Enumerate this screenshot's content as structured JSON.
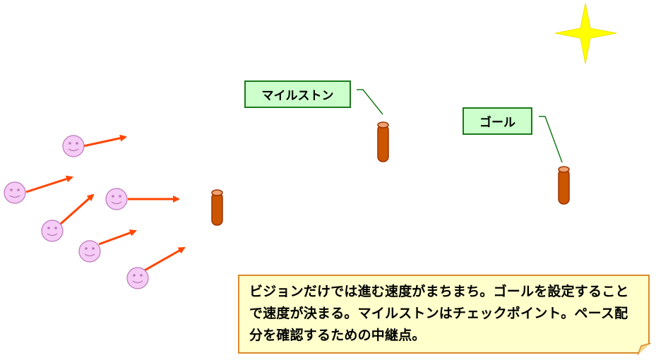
{
  "labels": {
    "milestone": "マイルストン",
    "goal": "ゴール"
  },
  "note": {
    "text": "ビジョンだけでは進む速度がまちまち。ゴールを設定することで速度が決まる。マイルストンはチェックポイント。ペース配分を確認するための中継点。"
  },
  "colors": {
    "label_fill": "#ccffcc",
    "label_border": "#1a7a1a",
    "note_fill": "#ffffcc",
    "note_border": "#d98a2b",
    "arrow": "#ff4500",
    "smiley_fill": "#f5ccf5",
    "smiley_stroke": "#bb77bb",
    "post_fill": "#cc5500",
    "post_top": "#f0a070",
    "post_stroke": "#993300",
    "star": "#ffff00",
    "leader_line": "#1a7a1a"
  },
  "icons": [
    "smiley-face-icon",
    "arrow-icon",
    "post-icon",
    "star-icon"
  ]
}
